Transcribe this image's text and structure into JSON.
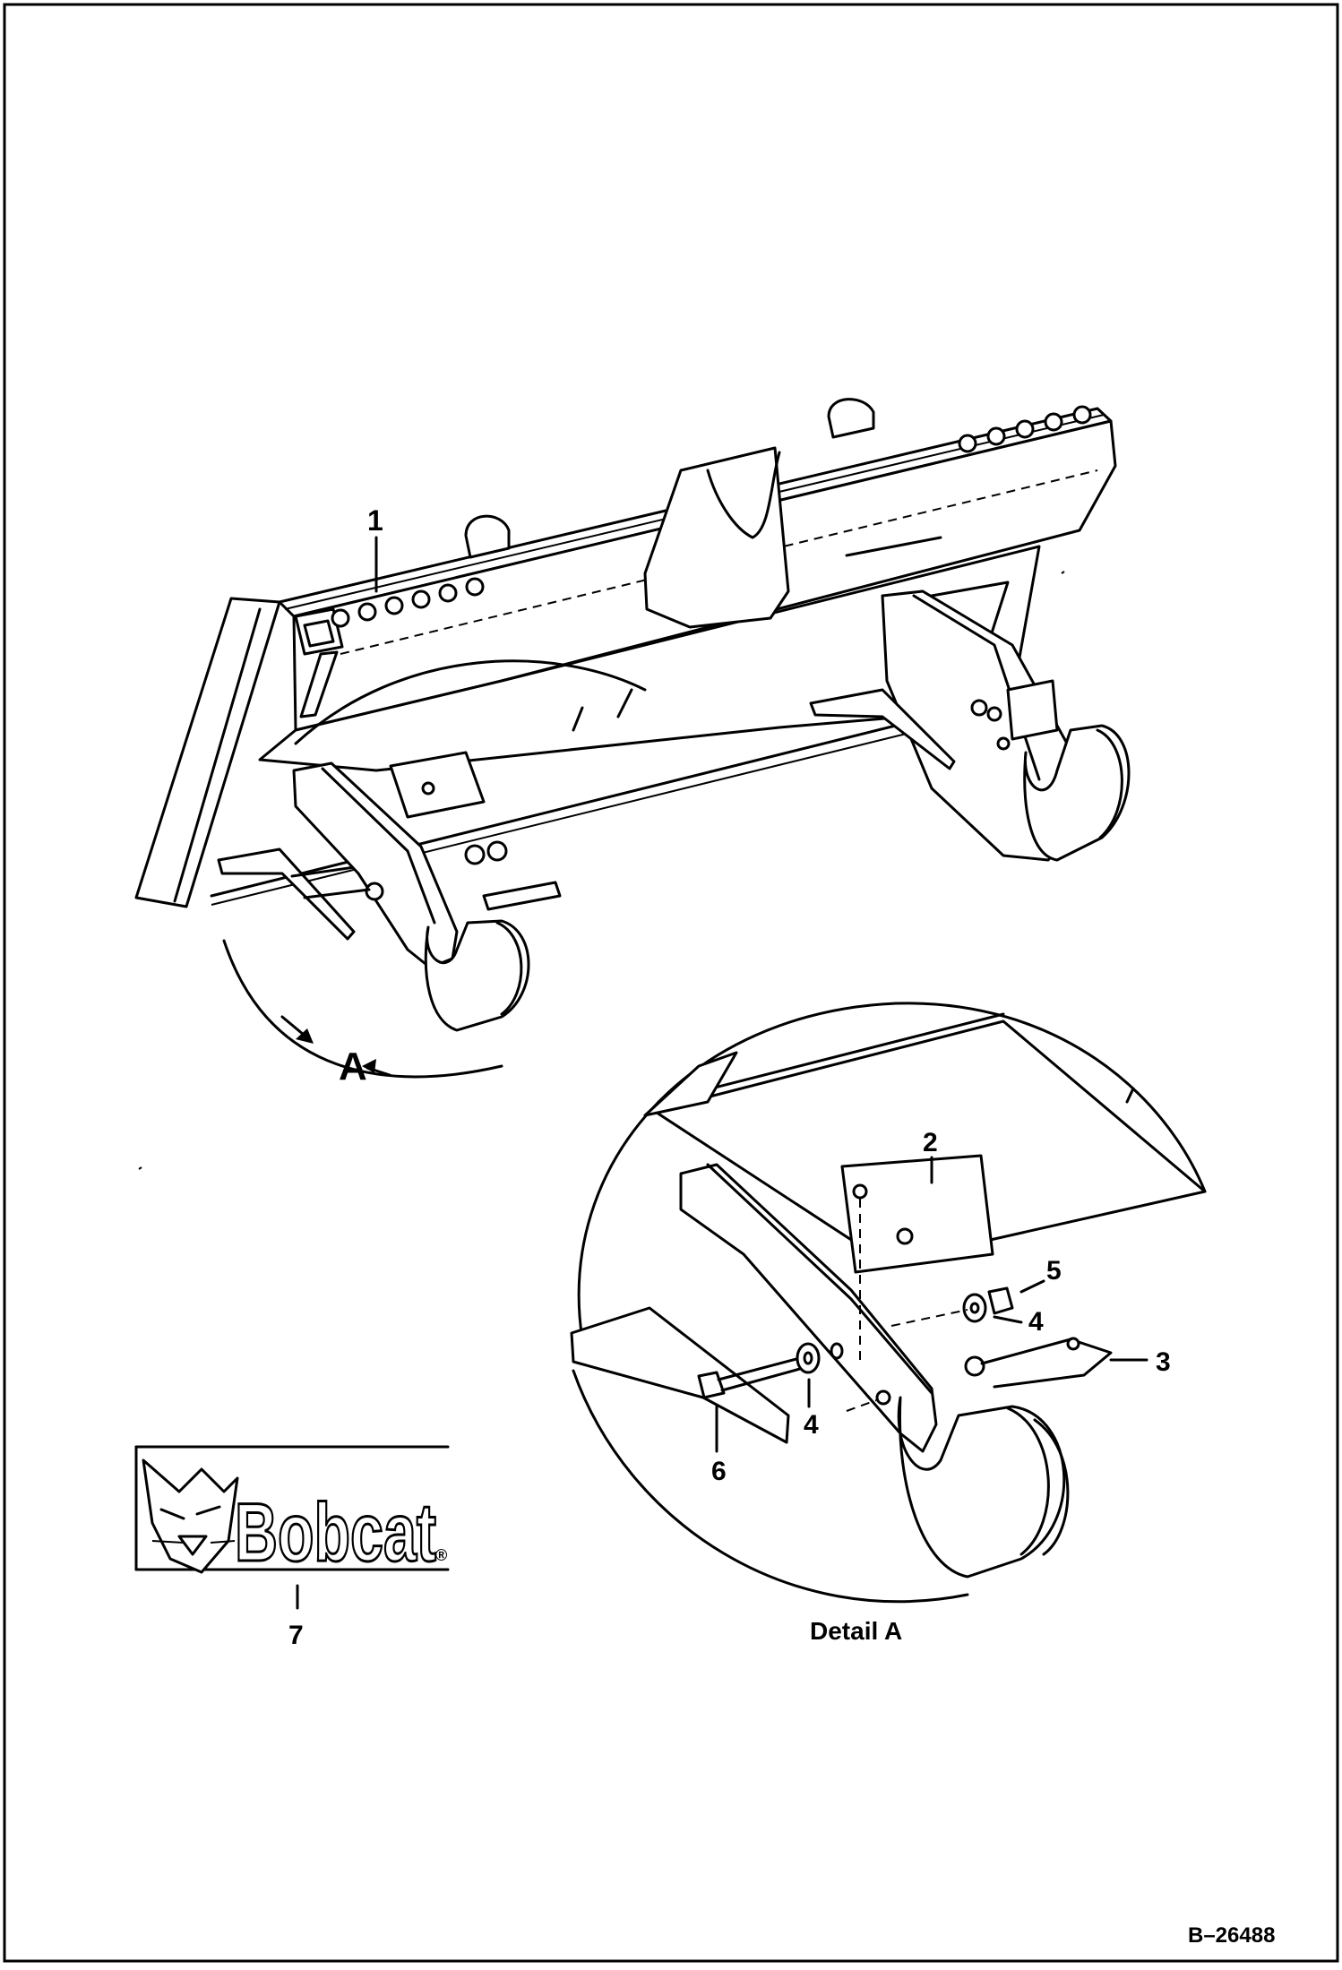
{
  "figure_id": "B–26488",
  "callouts": {
    "c1": "1",
    "c2": "2",
    "c3": "3",
    "c4a": "4",
    "c4b": "4",
    "c5": "5",
    "c6": "6",
    "c7": "7"
  },
  "detail_marker": "A",
  "detail_caption": "Detail A",
  "logo": {
    "wordmark": "Bobcat",
    "registered_mark": "®",
    "icon": "bobcat-head-icon"
  },
  "colors": {
    "line": "#000000",
    "background": "#ffffff"
  }
}
